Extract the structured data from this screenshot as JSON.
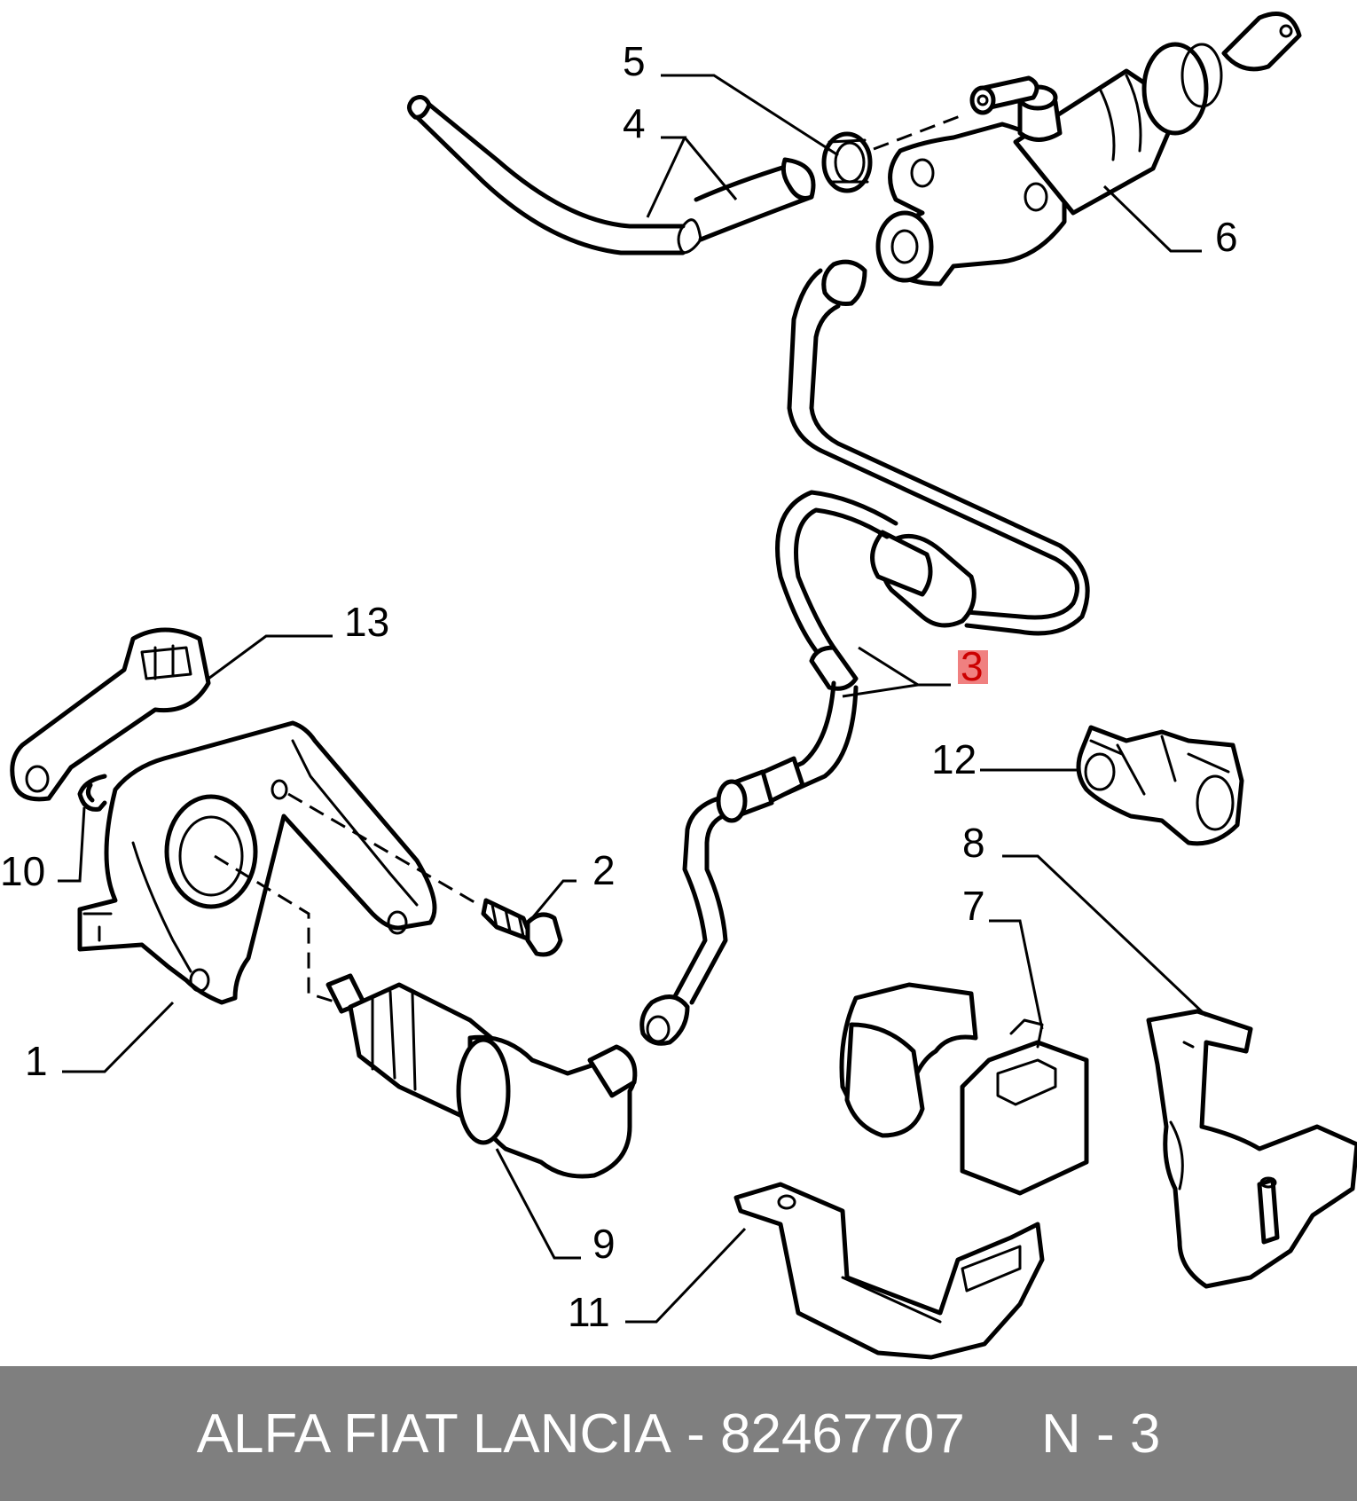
{
  "diagram": {
    "callouts": [
      {
        "id": "1",
        "text": "1"
      },
      {
        "id": "2",
        "text": "2"
      },
      {
        "id": "3",
        "text": "3",
        "highlighted": true
      },
      {
        "id": "4",
        "text": "4"
      },
      {
        "id": "5",
        "text": "5"
      },
      {
        "id": "6",
        "text": "6"
      },
      {
        "id": "7",
        "text": "7"
      },
      {
        "id": "8",
        "text": "8"
      },
      {
        "id": "9",
        "text": "9"
      },
      {
        "id": "10",
        "text": "10"
      },
      {
        "id": "11",
        "text": "11"
      },
      {
        "id": "12",
        "text": "12"
      },
      {
        "id": "13",
        "text": "13"
      }
    ],
    "highlight_color": "#f08080",
    "highlight_text_color": "#cc0000"
  },
  "footer": {
    "brand": "ALFA FIAT LANCIA",
    "separator": " - ",
    "part_number": "82467707",
    "gap": "     ",
    "position_code": "N - 3",
    "background": "#7f7f7f"
  }
}
